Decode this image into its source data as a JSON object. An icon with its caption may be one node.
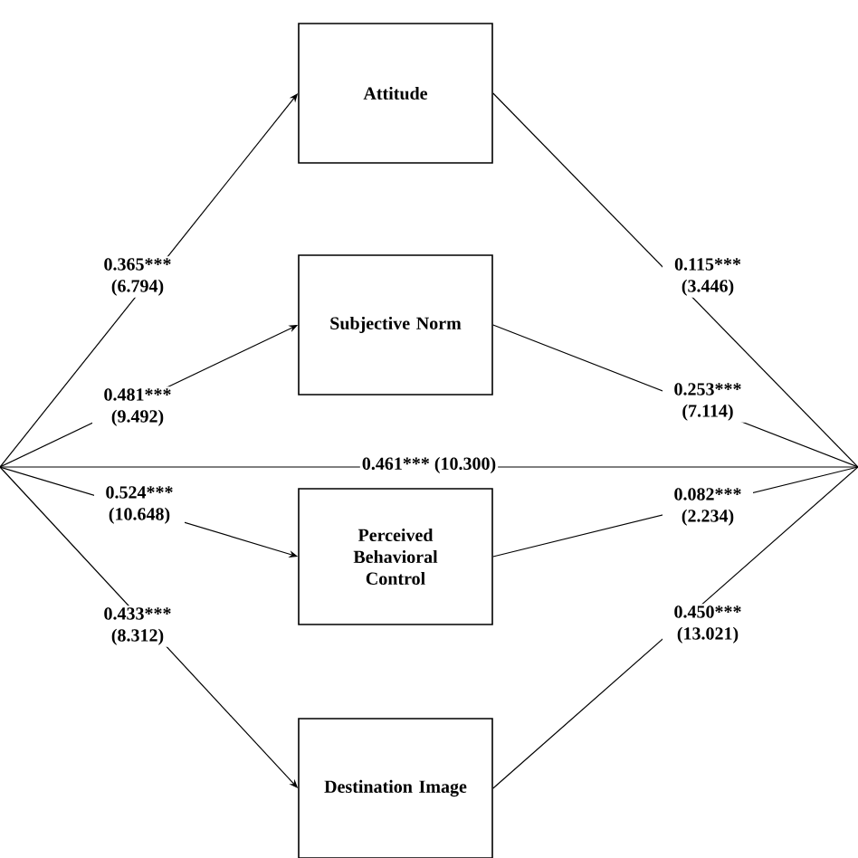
{
  "diagram": {
    "nodes": [
      {
        "text": [
          "Attitude"
        ]
      },
      {
        "text": [
          "Subjective Norm"
        ]
      },
      {
        "text": [
          "Perceived Behavioral Control"
        ]
      },
      {
        "text": [
          "Destination Image"
        ]
      }
    ],
    "edges": [
      {
        "from": null,
        "to": 0,
        "arrow": "to",
        "label": "0.365*** (6.794)"
      },
      {
        "from": null,
        "to": 1,
        "arrow": "to",
        "label": "0.481*** (9.492)"
      },
      {
        "from": null,
        "to": 2,
        "arrow": "to",
        "label": "0.524*** (10.648)"
      },
      {
        "from": null,
        "to": 3,
        "arrow": "to",
        "label": "0.433*** (8.312)"
      },
      {
        "from": 0,
        "to": null,
        "arrow": "none",
        "label": "0.115*** (3.446)"
      },
      {
        "from": 1,
        "to": null,
        "arrow": "none",
        "label": "0.253*** (7.114)"
      },
      {
        "from": 2,
        "to": null,
        "arrow": "none",
        "label": "0.082*** (2.234)"
      },
      {
        "from": 3,
        "to": null,
        "arrow": "none",
        "label": "0.450*** (13.021)"
      }
    ],
    "labels": [
      "0.461*** (10.300)"
    ]
  }
}
